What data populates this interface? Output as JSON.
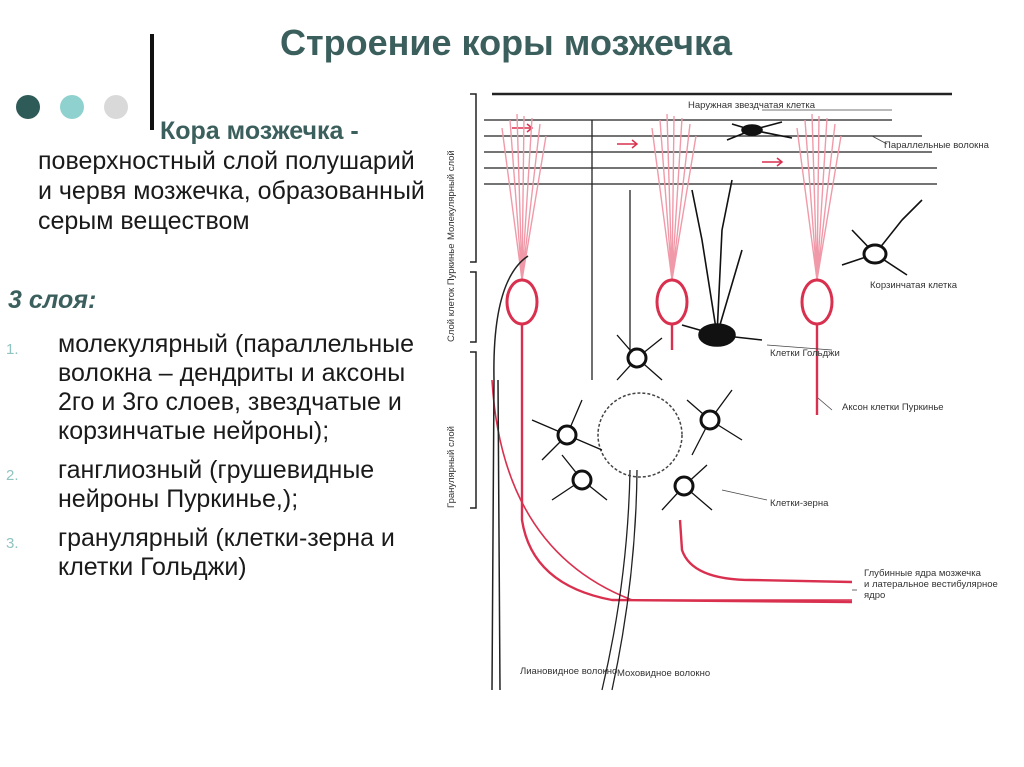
{
  "slide": {
    "title": "Строение коры мозжечка",
    "intro_lead": "Кора мозжечка -",
    "intro_rest": "поверхностный слой полушарий и червя мозжечка, образованный серым веществом",
    "layers_heading": "3 слоя:",
    "layers": [
      {
        "number": "1.",
        "text": "молекулярный (параллельные волокна – дендриты и аксоны 2го и 3го слоев, звездчатые и корзинчатые нейроны);"
      },
      {
        "number": "2.",
        "text": "ганглиозный (грушевидные нейроны Пуркинье,);"
      },
      {
        "number": "3.",
        "text": "гранулярный (клетки-зерна и клетки Гольджи)"
      }
    ]
  },
  "diagram": {
    "layer_labels": {
      "molecular": "Молекулярный слой",
      "purkinje": "Слой клеток Пуркинье",
      "granular": "Гранулярный слой"
    },
    "labels": {
      "outer_stellate": "Наружная звездчатая клетка",
      "parallel_fibers": "Параллельные волокна",
      "basket_cell": "Корзинчатая клетка",
      "golgi_cells": "Клетки Гольджи",
      "purkinje_axon": "Аксон клетки Пуркинье",
      "granule_cells": "Клетки-зерна",
      "deep_nuclei": "Глубинные ядра мозжечка и латеральное вестибулярное ядро",
      "climbing_fiber": "Лиановидное волокно",
      "mossy_fiber": "Моховидное волокно"
    },
    "colors": {
      "purkinje": "#d9304f",
      "dendrite": "#f09aa9",
      "neuron": "#111111",
      "title": "#3b5f5c"
    }
  }
}
